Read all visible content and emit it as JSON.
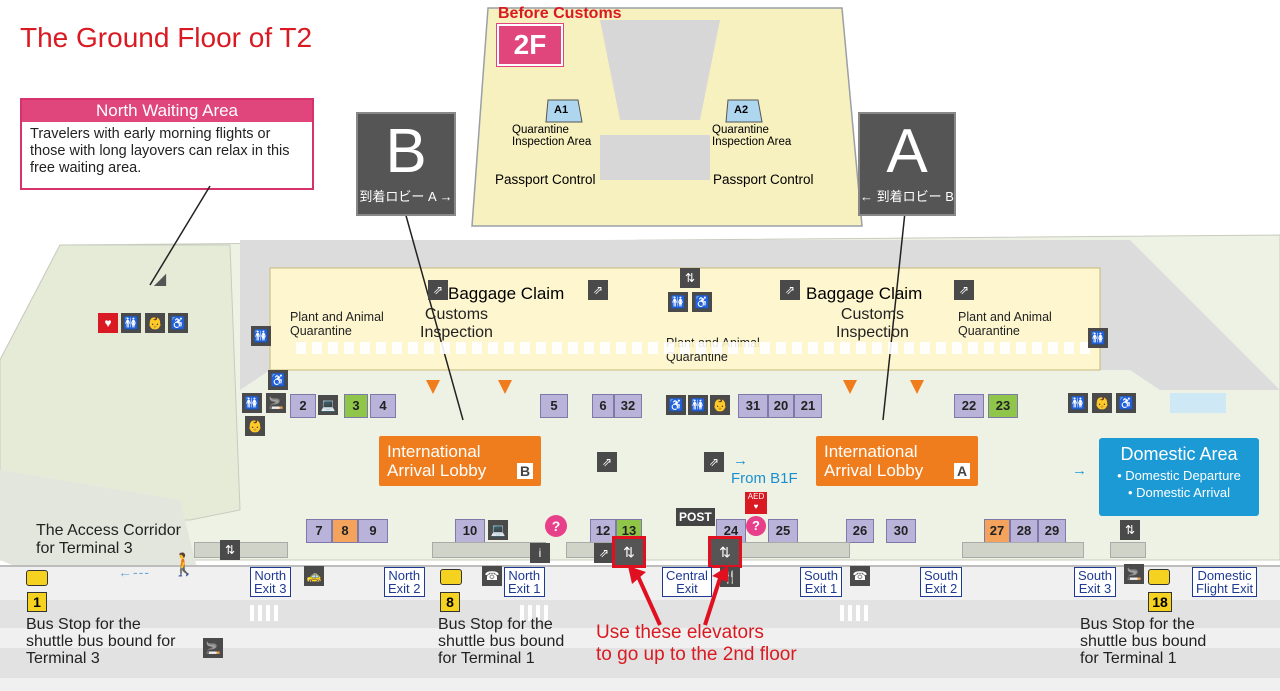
{
  "title": "The Ground Floor of T2",
  "upper": {
    "heading": "Before Customs",
    "floor": "2F",
    "a1": "A1",
    "a2": "A2",
    "quarantine_left": "Quarantine\nInspection Area",
    "quarantine_right": "Quarantine\nInspection Area",
    "passport_left": "Passport Control",
    "passport_right": "Passport Control"
  },
  "north_waiting": {
    "heading": "North Waiting Area",
    "body": "Travelers with early morning flights or those with long layovers can relax in this free waiting area."
  },
  "sign_b": {
    "letter": "B",
    "sub": "到着ロビー A →"
  },
  "sign_a": {
    "letter": "A",
    "sub": "← 到着ロビー B"
  },
  "baggage_left": "Baggage Claim",
  "baggage_right": "Baggage Claim",
  "customs_left": "Customs\nInspection",
  "customs_right": "Customs\nInspection",
  "plant_left": "Plant and Animal\nQuarantine",
  "plant_center": "Plant and Animal\nQuarantine",
  "plant_right": "Plant and Animal\nQuarantine",
  "lobby_b": {
    "text": "International\nArrival Lobby",
    "letter": "B"
  },
  "lobby_a": {
    "text": "International\nArrival Lobby",
    "letter": "A"
  },
  "from_b1f": "From B1F",
  "domestic": {
    "heading": "Domestic Area",
    "line1": "• Domestic Departure",
    "line2": "• Domestic Arrival"
  },
  "access_corridor": "The Access Corridor\nfor Terminal 3",
  "gates_top": [
    "2",
    "3",
    "4",
    "5",
    "6",
    "32",
    "31",
    "20",
    "21",
    "22",
    "23"
  ],
  "gates_bottom": [
    "7",
    "8",
    "9",
    "10",
    "12",
    "13",
    "24",
    "25",
    "26",
    "30",
    "27",
    "28",
    "29"
  ],
  "exits": {
    "north3": "North\nExit 3",
    "north2": "North\nExit 2",
    "north1": "North\nExit 1",
    "central": "Central\nExit",
    "south1": "South\nExit 1",
    "south2": "South\nExit 2",
    "south3": "South\nExit 3",
    "domestic": "Domestic\nFlight Exit"
  },
  "post": "POST",
  "aed": "AED",
  "bus_stops": [
    {
      "number": "1",
      "text": "Bus Stop for the\nshuttle bus bound for\nTerminal 3"
    },
    {
      "number": "8",
      "text": "Bus Stop for the\nshuttle bus bound\nfor Terminal 1"
    },
    {
      "number": "18",
      "text": "Bus Stop for the\nshuttle bus bound\nfor Terminal 1"
    }
  ],
  "elevator_note": "Use these elevators\nto go up to the 2nd floor",
  "colors": {
    "accent_red": "#d91a22",
    "pink": "#e0457b",
    "orange": "#f07d1d",
    "domestic_blue": "#1b9ad6",
    "gate_purple": "#b9b3d9",
    "gate_green": "#8fc64a",
    "gate_orange": "#f3a35c",
    "bus_yellow": "#f4d21f"
  }
}
